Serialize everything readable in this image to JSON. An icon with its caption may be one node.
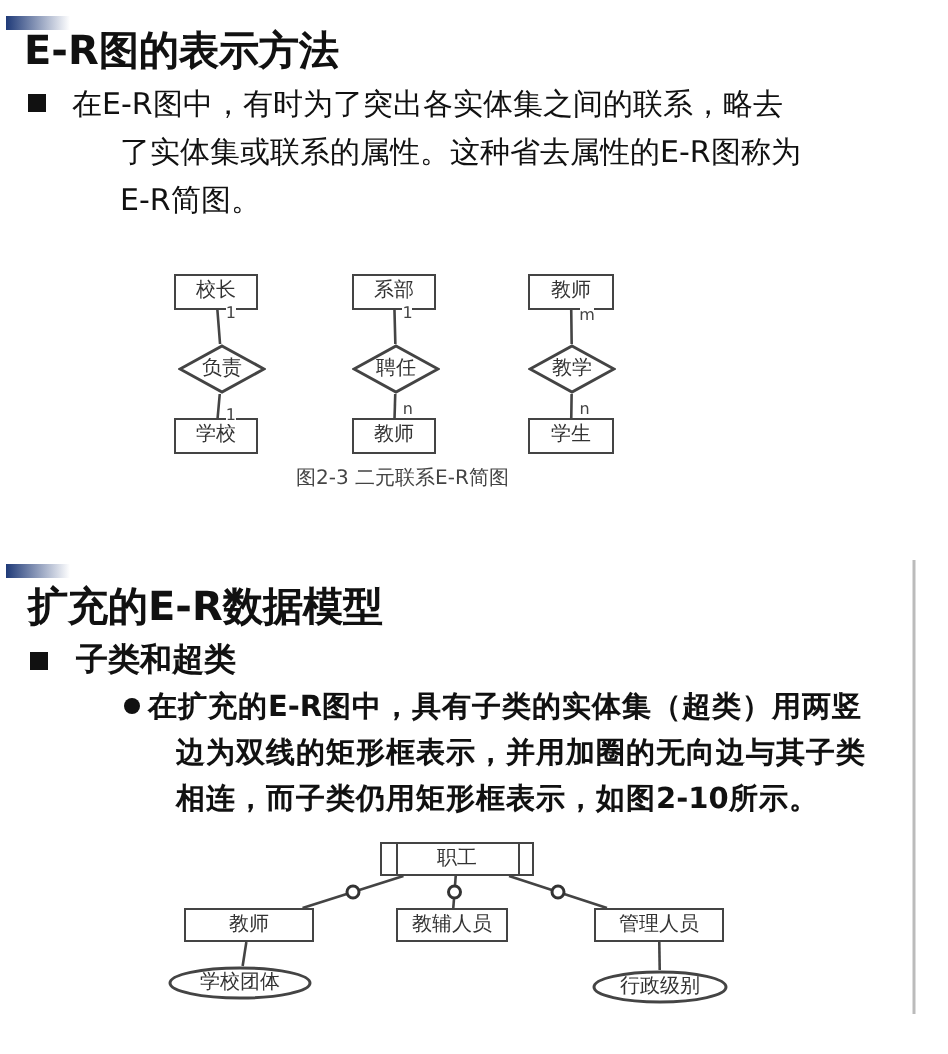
{
  "diagram": {
    "caption": "图2-3 二元联系E-R简图",
    "nodes": [
      {
        "text": [
          "校长"
        ]
      },
      {
        "text": [
          "负责"
        ]
      },
      {
        "text": [
          "学校"
        ]
      },
      {
        "text": [
          "系部"
        ]
      },
      {
        "text": [
          "聘任"
        ]
      },
      {
        "text": [
          "教师"
        ]
      },
      {
        "text": [
          "教师"
        ]
      },
      {
        "text": [
          "教学"
        ]
      },
      {
        "text": [
          "学生"
        ]
      },
      {
        "text": [
          "职工"
        ]
      },
      {
        "text": [
          "教师"
        ]
      },
      {
        "text": [
          "教辅人员"
        ]
      },
      {
        "text": [
          "管理人员"
        ]
      },
      {
        "text": [
          "学校团体"
        ]
      },
      {
        "text": [
          "行政级别"
        ]
      }
    ],
    "edges": [
      {
        "from": 0,
        "to": 1,
        "arrow": "none",
        "label": "1"
      },
      {
        "from": 1,
        "to": 2,
        "arrow": "none",
        "label": "1"
      },
      {
        "from": 3,
        "to": 4,
        "arrow": "none",
        "label": "1"
      },
      {
        "from": 4,
        "to": 5,
        "arrow": "none",
        "label": "n"
      },
      {
        "from": 6,
        "to": 7,
        "arrow": "none",
        "label": "m"
      },
      {
        "from": 7,
        "to": 8,
        "arrow": "none",
        "label": "n"
      },
      {
        "from": 9,
        "to": 10,
        "arrow": "none"
      },
      {
        "from": 9,
        "to": 11,
        "arrow": "none"
      },
      {
        "from": 9,
        "to": 12,
        "arrow": "none"
      },
      {
        "from": 10,
        "to": 13,
        "arrow": "none"
      },
      {
        "from": 12,
        "to": 14,
        "arrow": "none"
      }
    ],
    "labels": [
      "E-R图的表示方法",
      "在E-R图中，有时为了突出各实体集之间的联系，略去了实体集或联系的属性。这种省去属性的E-R图称为E-R简图。",
      "扩充的E-R数据模型",
      "子类和超类",
      "在扩充的E-R图中，具有子类的实体集（超类）用两竖边为双线的矩形框表示，并用加圈的无向边与其子类相连，而子类仍用矩形框表示，如图2-10所示。"
    ]
  }
}
